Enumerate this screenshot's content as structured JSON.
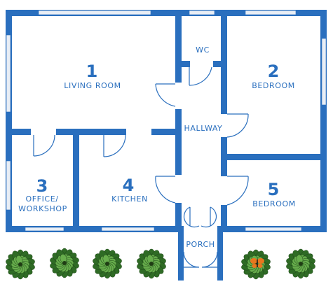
{
  "colors": {
    "wall": "#2a6fbe",
    "window": "#e9eef5",
    "door_line": "#2a6fbe",
    "plant_dark": "#2f6b25",
    "plant_light": "#67ad4c",
    "butterfly": "#e8771e"
  },
  "rooms": [
    {
      "number": "1",
      "name": "LIVING ROOM"
    },
    {
      "number": "2",
      "name": "BEDROOM"
    },
    {
      "number": "3",
      "name": "OFFICE/",
      "name2": "WORKSHOP"
    },
    {
      "number": "4",
      "name": "KITCHEN"
    },
    {
      "number": "5",
      "name": "BEDROOM"
    }
  ],
  "labels": {
    "wc": "WC",
    "hallway": "HALLWAY",
    "porch": "PORCH"
  },
  "icons": {
    "plant": "plant-icon",
    "butterfly": "butterfly-icon"
  }
}
